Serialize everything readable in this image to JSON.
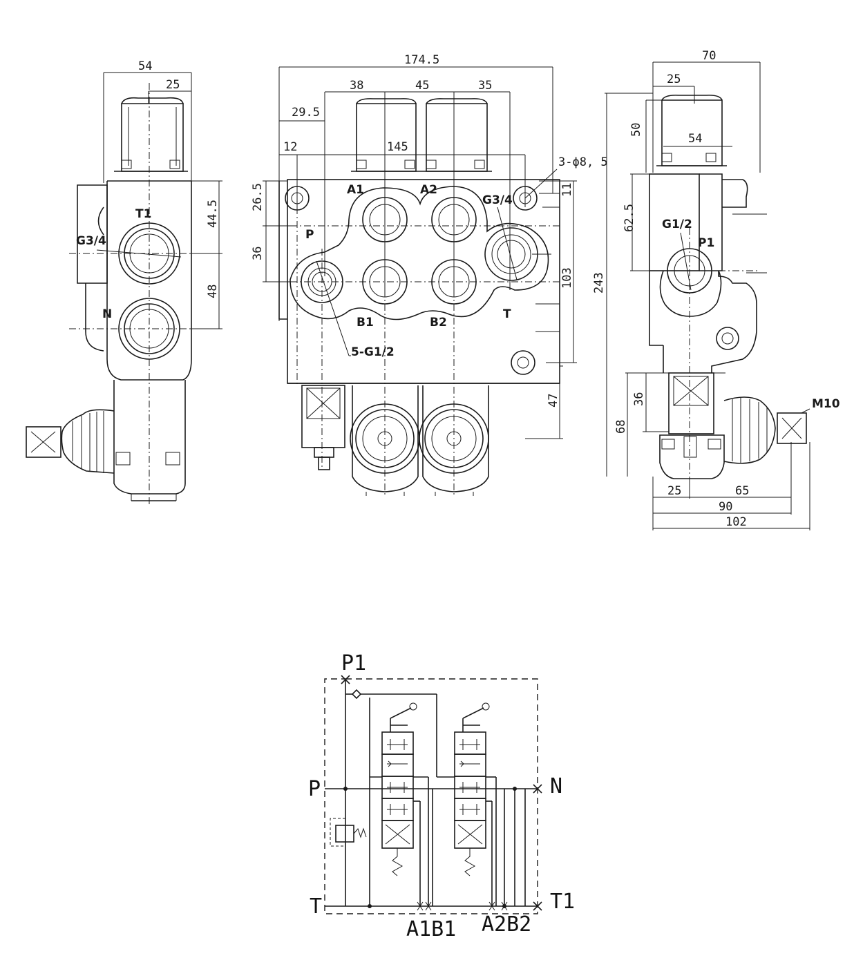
{
  "left_view": {
    "dims": {
      "width": "54",
      "cap": "25",
      "height_upper": "44.5",
      "height_lower": "48"
    },
    "ports": {
      "t1": "T1",
      "g34": "G3/4",
      "n": "N"
    }
  },
  "front_view": {
    "dims": {
      "overall": "174.5",
      "pitch1": "38",
      "pitch2": "45",
      "pitch3": "35",
      "offset": "29.5",
      "edge": "12",
      "span": "145",
      "top": "26.5",
      "mid": "36",
      "holes": "3-ϕ8, 5",
      "corner": "11",
      "height": "103",
      "lever": "47"
    },
    "ports": {
      "a1": "A1",
      "a2": "A2",
      "b1": "B1",
      "b2": "B2",
      "p": "P",
      "t": "T",
      "g34": "G3/4",
      "g12": "5-G1/2"
    }
  },
  "right_view": {
    "dims": {
      "top": "70",
      "cap": "25",
      "h50": "50",
      "w54": "54",
      "h625": "62.5",
      "total": "243",
      "h36": "36",
      "h68": "68",
      "b25": "25",
      "b65": "65",
      "b90": "90",
      "b102": "102",
      "m10": "M10"
    },
    "ports": {
      "g12": "G1/2",
      "p1": "P1"
    }
  },
  "schematic": {
    "labels": {
      "p1": "P1",
      "p": "P",
      "t": "T",
      "n": "N",
      "t1": "T1",
      "a1b1": "A1B1",
      "a2b2": "A2B2"
    }
  }
}
